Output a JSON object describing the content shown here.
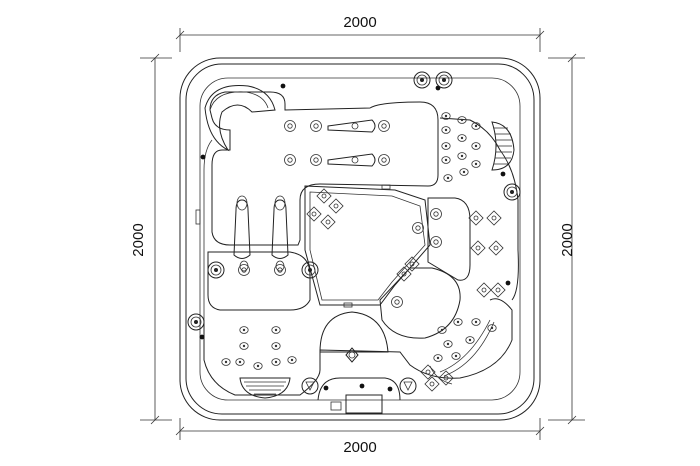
{
  "dimensions": {
    "top": "2000",
    "bottom": "2000",
    "left": "2000",
    "right": "2000"
  }
}
